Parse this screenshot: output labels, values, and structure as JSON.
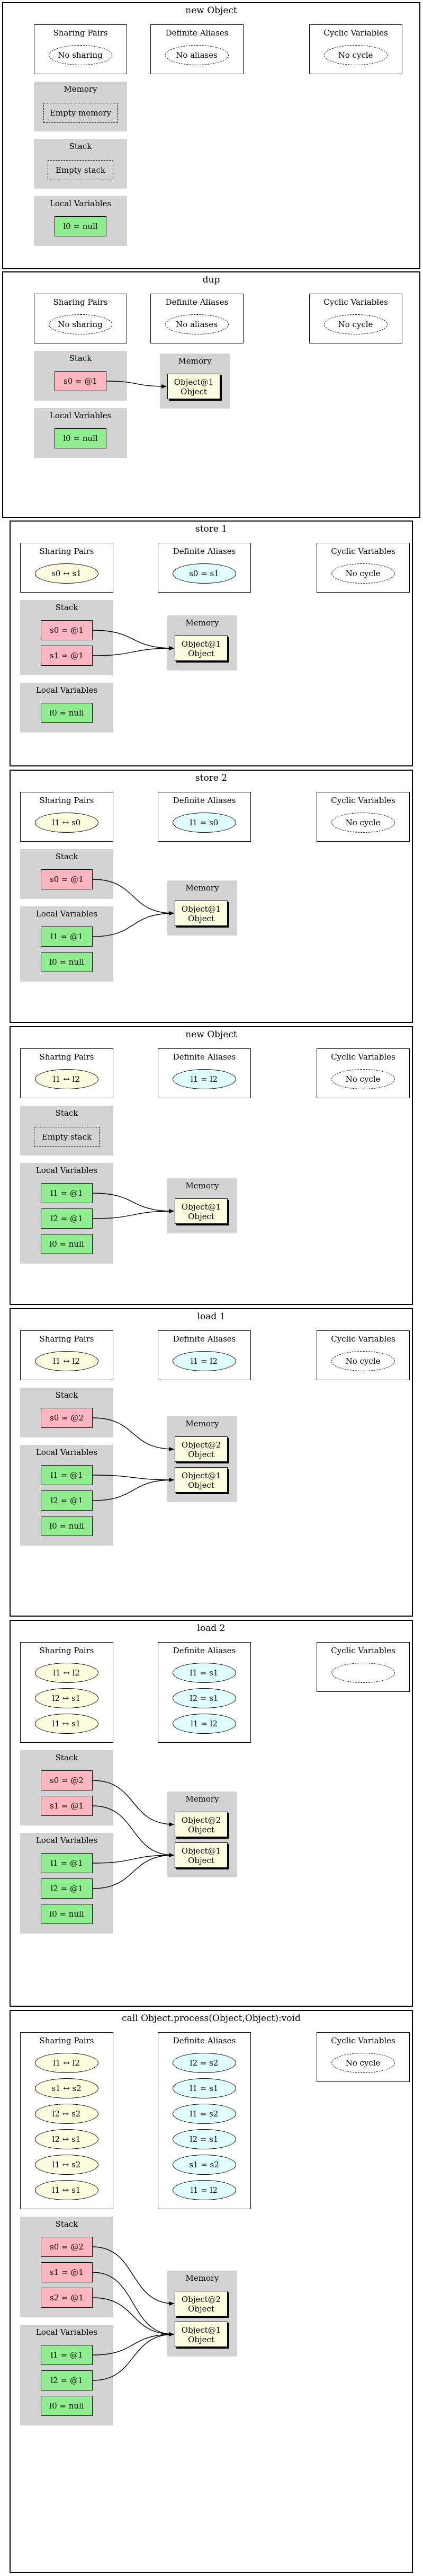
{
  "labels": {
    "sharing": "Sharing Pairs",
    "aliases": "Definite Aliases",
    "cyclic": "Cyclic Variables",
    "memory": "Memory",
    "stack": "Stack",
    "locals": "Local Variables",
    "object_name": "Object"
  },
  "panels": [
    {
      "title": "new Object",
      "sharing": [
        "No sharing"
      ],
      "aliases": [
        "No aliases"
      ],
      "cyclic": [
        "No cycle"
      ],
      "memory_note": "Empty memory",
      "stack_note": "Empty stack",
      "stack": [],
      "locals": [
        "l0 = null"
      ],
      "objects": []
    },
    {
      "title": "dup",
      "sharing": [
        "No sharing"
      ],
      "aliases": [
        "No aliases"
      ],
      "cyclic": [
        "No cycle"
      ],
      "stack": [
        "s0 = @1"
      ],
      "locals": [
        "l0 = null"
      ],
      "objects": [
        "Object@1"
      ]
    },
    {
      "title": "store 1",
      "sharing": [
        "s0 ↔ s1"
      ],
      "aliases": [
        "s0 = s1"
      ],
      "cyclic": [
        "No cycle"
      ],
      "stack": [
        "s0 = @1",
        "s1 = @1"
      ],
      "locals": [
        "l0 = null"
      ],
      "objects": [
        "Object@1"
      ]
    },
    {
      "title": "store 2",
      "sharing": [
        "l1 ↔ s0"
      ],
      "aliases": [
        "l1 = s0"
      ],
      "cyclic": [
        "No cycle"
      ],
      "stack": [
        "s0 = @1"
      ],
      "locals": [
        "l1 = @1",
        "l0 = null"
      ],
      "objects": [
        "Object@1"
      ]
    },
    {
      "title": "new Object",
      "sharing": [
        "l1 ↔ l2"
      ],
      "aliases": [
        "l1 = l2"
      ],
      "cyclic": [
        "No cycle"
      ],
      "stack_note": "Empty stack",
      "stack": [],
      "locals": [
        "l1 = @1",
        "l2 = @1",
        "l0 = null"
      ],
      "objects": [
        "Object@1"
      ]
    },
    {
      "title": "load 1",
      "sharing": [
        "l1 ↔ l2"
      ],
      "aliases": [
        "l1 = l2"
      ],
      "cyclic": [
        "No cycle"
      ],
      "stack": [
        "s0 = @2"
      ],
      "locals": [
        "l1 = @1",
        "l2 = @1",
        "l0 = null"
      ],
      "objects": [
        "Object@2",
        "Object@1"
      ]
    },
    {
      "title": "load 2",
      "sharing": [
        "l1 ↔ l2",
        "l2 ↔ s1",
        "l1 ↔ s1"
      ],
      "aliases": [
        "l1 = s1",
        "l2 = s1",
        "l1 = l2"
      ],
      "cyclic": [
        ""
      ],
      "stack": [
        "s0 = @2",
        "s1 = @1"
      ],
      "locals": [
        "l1 = @1",
        "l2 = @1",
        "l0 = null"
      ],
      "objects": [
        "Object@2",
        "Object@1"
      ]
    },
    {
      "title": "call Object.process(Object,Object):void",
      "sharing": [
        "l1 ↔ l2",
        "s1 ↔ s2",
        "l2 ↔ s2",
        "l2 ↔ s1",
        "l1 ↔ s2",
        "l1 ↔ s1"
      ],
      "aliases": [
        "l2 = s2",
        "l1 = s1",
        "l1 = s2",
        "l2 = s1",
        "s1 = s2",
        "l1 = l2"
      ],
      "cyclic": [
        "No cycle"
      ],
      "stack": [
        "s0 = @2",
        "s1 = @1",
        "s2 = @1"
      ],
      "locals": [
        "l1 = @1",
        "l2 = @1",
        "l0 = null"
      ],
      "objects": [
        "Object@2",
        "Object@1"
      ]
    }
  ],
  "colors": {
    "stack_node": "#ffb6c1",
    "local_node": "#90ee90",
    "object_node": "#fffde0",
    "sharing_ellipse": "#fffde0",
    "alias_ellipse": "#e0ffff",
    "cluster": "#d3d3d3"
  }
}
